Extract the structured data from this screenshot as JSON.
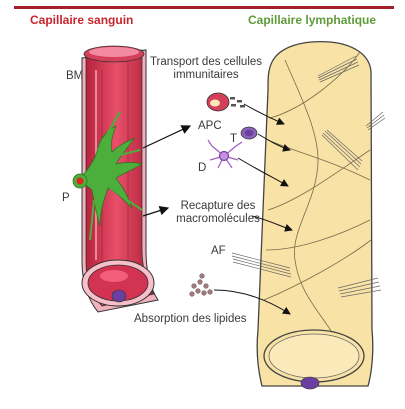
{
  "colors": {
    "top_bar": "#a61f2b",
    "blood_vessel": "#d63a52",
    "blood_vessel_dark": "#a81c34",
    "pericyte": "#4caf3c",
    "lymphatic_fill": "#f9e2a6",
    "lymphatic_stroke": "#444444",
    "nucleus": "#6a3fa0",
    "title_blood": "#c8252c",
    "title_lymph": "#5f9b3a"
  },
  "titles": {
    "blood": "Capillaire sanguin",
    "lymph": "Capillaire lymphatique"
  },
  "labels": {
    "bm": "BM",
    "p": "P",
    "transport_line1": "Transport des cellules",
    "transport_line2": "immunitaires",
    "apc": "APC",
    "t": "T",
    "d": "D",
    "recapture_line1": "Recapture des",
    "recapture_line2": "macromolécules",
    "af": "AF",
    "absorption": "Absorption des lipides"
  },
  "icons": [
    "apc-cell-icon",
    "t-cell-icon",
    "dendritic-cell-icon",
    "lipid-droplets-icon",
    "anchoring-filament-icon"
  ]
}
